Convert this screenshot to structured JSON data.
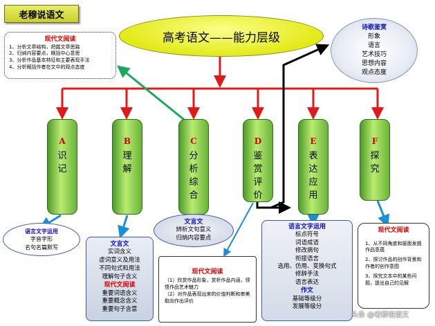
{
  "badge": "老穆说语文",
  "title": "高考语文——能力层级",
  "poetry": {
    "header": "诗歌鉴赏",
    "items": [
      "形象",
      "语言",
      "艺术技巧",
      "思想内容",
      "观点态度"
    ]
  },
  "modern_top": {
    "header": "现代文阅读",
    "items": [
      "1、分析文章结构，把握文章思路",
      "2、归纳内容要点，概括中心意思",
      "3、分析作品基本特征和主要表现手法",
      "4、分析概括作者在文中的观点态度"
    ]
  },
  "levels": [
    {
      "letter": "A",
      "label": "识记"
    },
    {
      "letter": "B",
      "label": "理解"
    },
    {
      "letter": "C",
      "label": "分析综合"
    },
    {
      "letter": "D",
      "label": "鉴赏评价"
    },
    {
      "letter": "E",
      "label": "表达应用"
    },
    {
      "letter": "F",
      "label": "探究"
    }
  ],
  "a_box": {
    "header": "语言文字运用",
    "items": [
      "字音字形",
      "名句名篇默写"
    ]
  },
  "b_box": {
    "header1": "文言文",
    "items1": [
      "实词含义",
      "虚词意义及用法",
      "不同句式和用法",
      "理解句子含义"
    ],
    "header2": "现代文阅读",
    "items2": [
      "重要词语含义",
      "重要概念含义",
      "重要句子含意"
    ]
  },
  "c_box": {
    "header": "文言文",
    "items": [
      "辨析文句意义",
      "归纳内容要点"
    ]
  },
  "d_box": {
    "header": "现代文阅读",
    "items": [
      "（1）欣赏作品形象，赏析作品内涵，领悟作品艺术魅力",
      "（2）对作品表现出来的价值判断和审美取向作出评价"
    ]
  },
  "e_box": {
    "header1": "语言文字运用",
    "items1": [
      "标点符号",
      "词语成语",
      "修改病句",
      "衔接语言",
      "选用、仿用、变换句式",
      "修辞手法",
      "语言表达"
    ],
    "header2": "作文",
    "items2": [
      "基础等级分",
      "发展等级分"
    ]
  },
  "f_box": {
    "header": "现代文阅读",
    "items": [
      "1、从不同角度和层面发掘作品意蕴",
      "2、探讨作品的创作背景和作者的创作意图",
      "3、探究文本中的某些问题，提出自己的见解"
    ]
  },
  "watermark": "头条 @老穆说语文",
  "colors": {
    "red_arrow": "#e31818",
    "green_arrow": "#19a85b",
    "blue_arrow": "#1a8fd8",
    "black_arrow": "#000000",
    "pill_green": "#7fc443",
    "title_yellow": "#e6ec20"
  }
}
